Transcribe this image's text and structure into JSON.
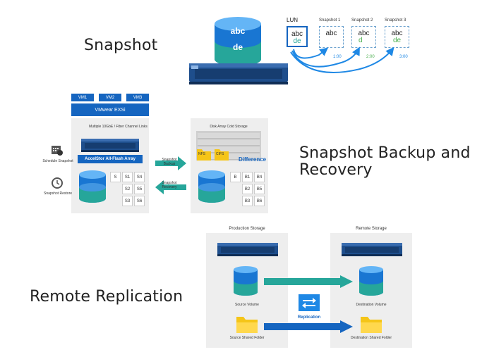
{
  "sections": {
    "snapshot": "Snapshot",
    "backup": "Snapshot Backup and Recovery",
    "replication": "Remote Replication"
  },
  "snapshot_panel": {
    "cylinder_top": "abc",
    "cylinder_bottom": "de",
    "boxes": [
      {
        "title": "LUN",
        "line1": "abc",
        "line2": "de",
        "time": ""
      },
      {
        "title": "Snapshot 1",
        "line1": "abc",
        "line2": "",
        "time": "1:00"
      },
      {
        "title": "Snapshot 2",
        "line1": "abc",
        "line2": "d",
        "time": "2:00"
      },
      {
        "title": "Snapshot 3",
        "line1": "abc",
        "line2": "de",
        "time": "3:00"
      }
    ]
  },
  "backup_panel": {
    "vms": [
      "VM1",
      "VM2",
      "VM3"
    ],
    "vmware": "VMwear EXSi",
    "links": "Multiple 10GbE / Fiber Channel Links",
    "array_label": "AccelStor All-Flash Array",
    "schedule_label": "Schedule Snapshot",
    "restore_label": "Snapshot Restore",
    "left_cells": [
      "S",
      "S1",
      "S4",
      "S2",
      "S5",
      "S3",
      "S6"
    ],
    "cold_storage": "Disk Array Cold Storage",
    "nfs": "NFS",
    "cifs": "CIFS",
    "difference": "Difference",
    "right_cells": [
      "B",
      "B1",
      "B4",
      "B2",
      "B5",
      "B3",
      "B6"
    ],
    "backup_arrow": "Snapshot Backup",
    "recovery_arrow": "Snapshot Recovery"
  },
  "replication_panel": {
    "production": "Production Storage",
    "remote": "Remote Storage",
    "source_volume": "Source Volume",
    "destination_volume": "Destination Volume",
    "source_folder": "Source Shared Folder",
    "destination_folder": "Destination Shared Folder",
    "replication": "Replication"
  },
  "colors": {
    "blue": "#1565c0",
    "teal": "#26a69a",
    "green": "#4caf50",
    "dash": "#6ea3cf",
    "panel": "#eeeeee",
    "folder": "#f5c518"
  }
}
